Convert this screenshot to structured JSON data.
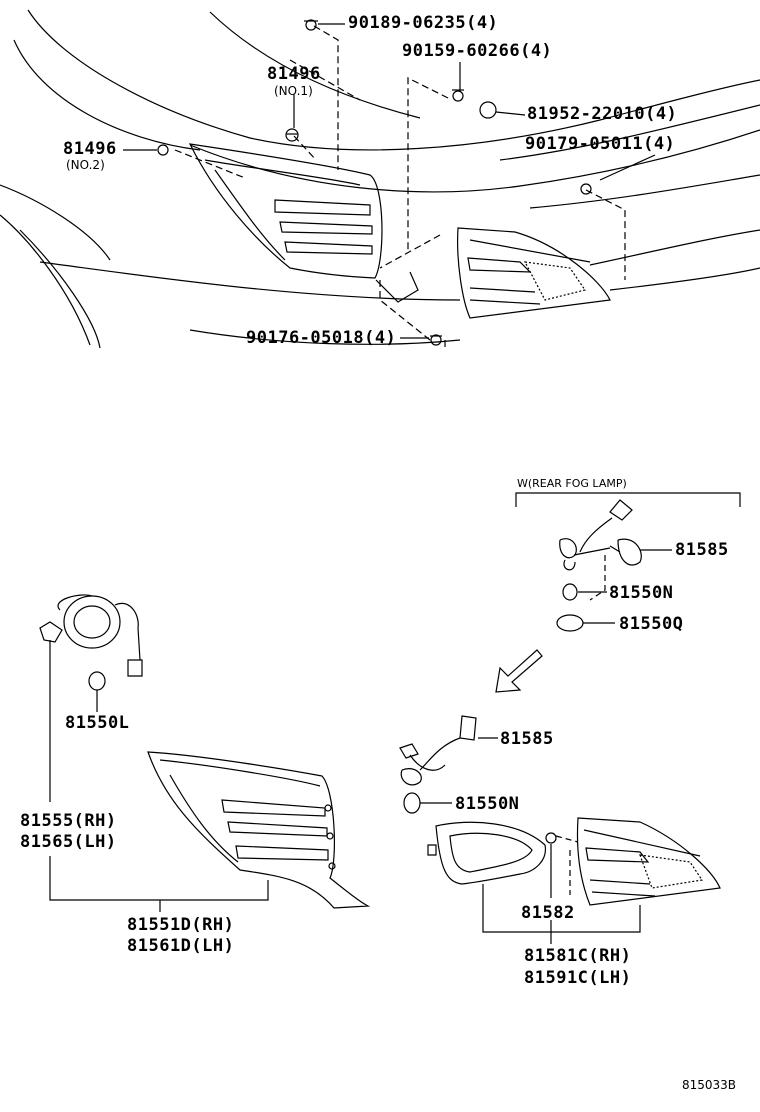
{
  "labels": {
    "p_90189": "90189-06235(4)",
    "p_90159": "90159-60266(4)",
    "p_81496a": "81496",
    "p_no1": "(NO.1)",
    "p_81952": "81952-22010(4)",
    "p_81496b": "81496",
    "p_no2": "(NO.2)",
    "p_90179": "90179-05011(4)",
    "p_90176": "90176-05018(4)",
    "fog_header": "W(REAR FOG LAMP)",
    "p_81585a": "81585",
    "p_81550n_a": "81550N",
    "p_81550q": "81550Q",
    "p_81550l": "81550L",
    "p_81585b": "81585",
    "p_81550n_b": "81550N",
    "p_81555": "81555(RH)",
    "p_81565": "81565(LH)",
    "p_81551d": "81551D(RH)",
    "p_81561d": "81561D(LH)",
    "p_81582": "81582",
    "p_81581c": "81581C(RH)",
    "p_81591c": "81591C(LH)",
    "figure_id": "815033B"
  }
}
